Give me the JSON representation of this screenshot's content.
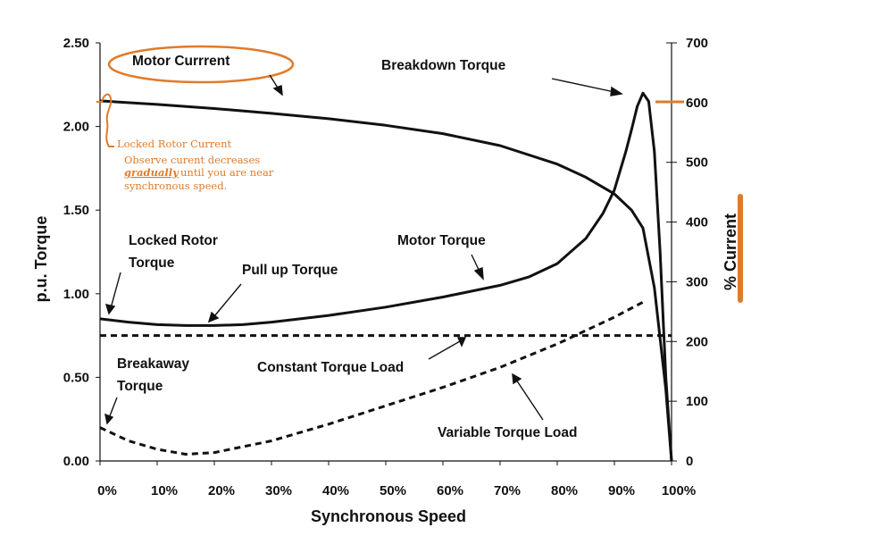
{
  "chart_data": {
    "type": "line",
    "xlabel": "Synchronous Speed",
    "ylabel": "p.u. Torque",
    "y2label": "% Current",
    "x_ticks": [
      "0%",
      "10%",
      "20%",
      "30%",
      "40%",
      "50%",
      "60%",
      "70%",
      "80%",
      "90%",
      "100%"
    ],
    "y_ticks": [
      "0.00",
      "0.50",
      "1.00",
      "1.50",
      "2.00",
      "2.50"
    ],
    "y2_ticks": [
      "0",
      "100",
      "200",
      "300",
      "400",
      "500",
      "600",
      "700"
    ],
    "xlim": [
      0,
      100
    ],
    "ylim": [
      0,
      2.5
    ],
    "y2lim": [
      0,
      700
    ],
    "grid": false,
    "series": [
      {
        "name": "Motor Current",
        "axis": "right",
        "style": "solid",
        "x": [
          0,
          10,
          20,
          30,
          40,
          50,
          60,
          70,
          80,
          85,
          90,
          93,
          95,
          97,
          99,
          100
        ],
        "values": [
          603,
          597,
          590,
          582,
          573,
          562,
          548,
          528,
          497,
          475,
          447,
          420,
          390,
          290,
          120,
          0
        ]
      },
      {
        "name": "Motor Torque",
        "axis": "left",
        "style": "solid",
        "x": [
          0,
          5,
          10,
          15,
          20,
          25,
          30,
          40,
          50,
          60,
          70,
          75,
          80,
          85,
          88,
          90,
          92,
          93,
          94,
          95,
          96,
          97,
          98,
          99,
          100
        ],
        "values": [
          0.85,
          0.83,
          0.815,
          0.81,
          0.81,
          0.815,
          0.83,
          0.87,
          0.92,
          0.98,
          1.05,
          1.1,
          1.18,
          1.33,
          1.48,
          1.62,
          1.85,
          1.98,
          2.12,
          2.2,
          2.15,
          1.85,
          1.25,
          0.5,
          0.0
        ]
      },
      {
        "name": "Constant Torque Load",
        "axis": "left",
        "style": "dashed",
        "x": [
          0,
          100
        ],
        "values": [
          0.75,
          0.75
        ]
      },
      {
        "name": "Variable Torque Load",
        "axis": "left",
        "style": "dashed",
        "x": [
          0,
          5,
          10,
          15,
          20,
          30,
          40,
          50,
          60,
          70,
          80,
          90,
          95
        ],
        "values": [
          0.2,
          0.12,
          0.07,
          0.04,
          0.05,
          0.12,
          0.22,
          0.33,
          0.44,
          0.56,
          0.7,
          0.86,
          0.95
        ]
      }
    ],
    "annotations": {
      "motor_current": "Motor Currrent",
      "breakdown_torque": "Breakdown Torque",
      "motor_torque": "Motor Torque",
      "locked_rotor_torque_line1": "Locked Rotor",
      "locked_rotor_torque_line2": "Torque",
      "pull_up_torque": "Pull up Torque",
      "breakaway_torque_line1": "Breakaway",
      "breakaway_torque_line2": "Torque",
      "constant_torque_load": "Constant Torque Load",
      "variable_torque_load": "Variable Torque Load"
    },
    "notes": {
      "locked_rotor_current": "Locked Rotor Current",
      "observe_line1": "Observe curent decreases",
      "observe_line2_em": "gradually",
      "observe_line2_rest": " until you are near",
      "observe_line3": "synchronous speed."
    },
    "colors": {
      "line": "#111111",
      "highlight": "#e07b2a"
    }
  }
}
